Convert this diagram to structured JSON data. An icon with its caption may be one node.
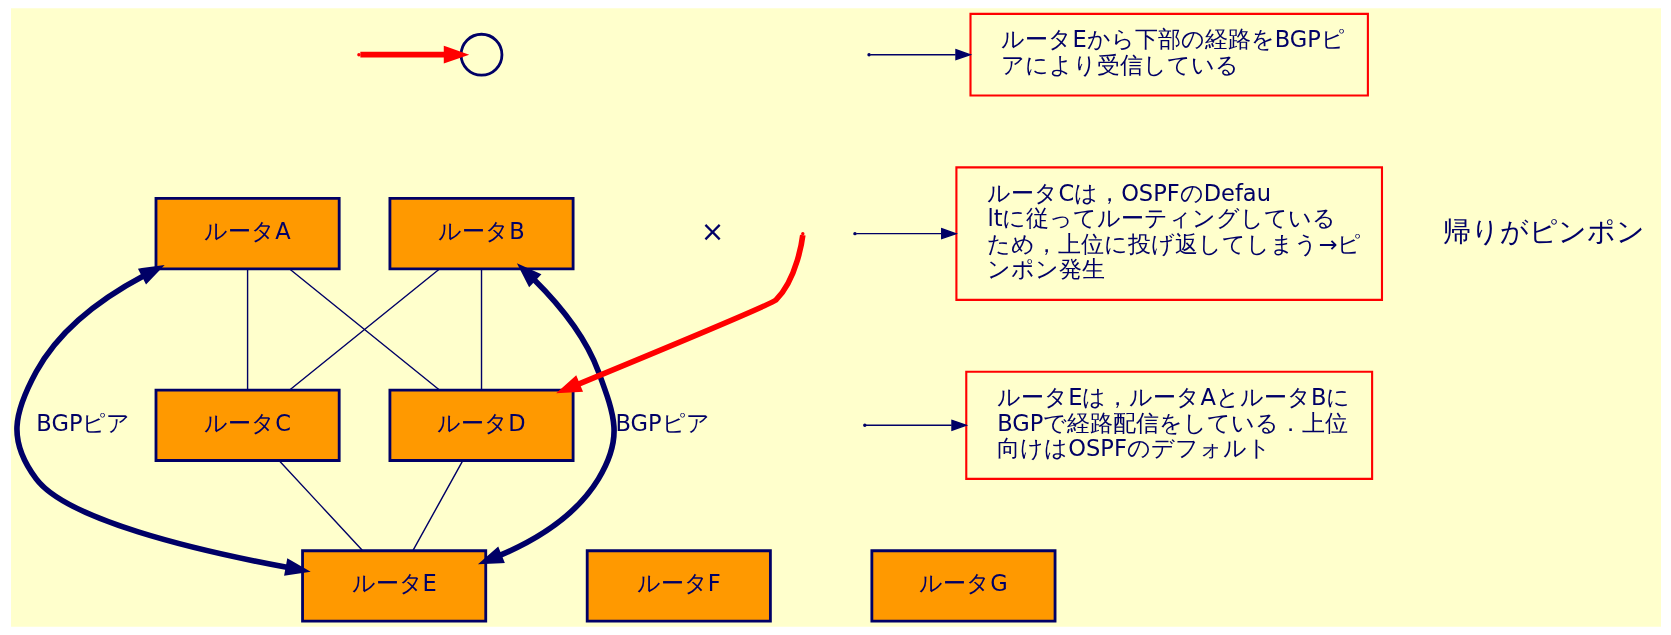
{
  "diagram": {
    "nodes": [
      {
        "text": [
          "ルータA"
        ]
      },
      {
        "text": [
          "ルータB"
        ]
      },
      {
        "text": [
          "ルータC"
        ]
      },
      {
        "text": [
          "ルータD"
        ]
      },
      {
        "text": [
          "ルータE"
        ]
      },
      {
        "text": [
          "ルータF"
        ]
      },
      {
        "text": [
          "ルータG"
        ]
      },
      {
        "text": [
          "ルータEから下部の経路をBGPピアにより受信している"
        ]
      },
      {
        "text": [
          "ルータCは，OSPFのDefaultに従ってルーティングしているため，上位に投げ返してしまう→ピンポン発生"
        ]
      },
      {
        "text": [
          "ルータEは，ルータAとルータBにBGPで経路配信をしている．上位向けはOSPFのデフォルト"
        ]
      },
      {
        "text": [],
        "shape": "circle"
      }
    ],
    "edges": [
      {
        "from": 0,
        "to": 2,
        "arrow": "none"
      },
      {
        "from": 0,
        "to": 3,
        "arrow": "none"
      },
      {
        "from": 1,
        "to": 2,
        "arrow": "none"
      },
      {
        "from": 1,
        "to": 3,
        "arrow": "none"
      },
      {
        "from": 2,
        "to": 4,
        "arrow": "none"
      },
      {
        "from": 3,
        "to": 4,
        "arrow": "none"
      },
      {
        "from": 0,
        "to": 4,
        "arrow": "both",
        "label": "BGPピア",
        "style": "thick"
      },
      {
        "from": 1,
        "to": 4,
        "arrow": "both",
        "label": "BGPピア",
        "style": "thick"
      },
      {
        "from": null,
        "to": 10,
        "arrow": "to",
        "style": "thick",
        "color": "#ff0000"
      },
      {
        "from": null,
        "to": 3,
        "arrow": "to",
        "style": "thick",
        "color": "#ff0000"
      },
      {
        "from": null,
        "to": 7,
        "arrow": "to"
      },
      {
        "from": null,
        "to": 8,
        "arrow": "to"
      },
      {
        "from": null,
        "to": 9,
        "arrow": "to"
      }
    ],
    "labels": [
      "×",
      "帰りがピンポン"
    ]
  }
}
